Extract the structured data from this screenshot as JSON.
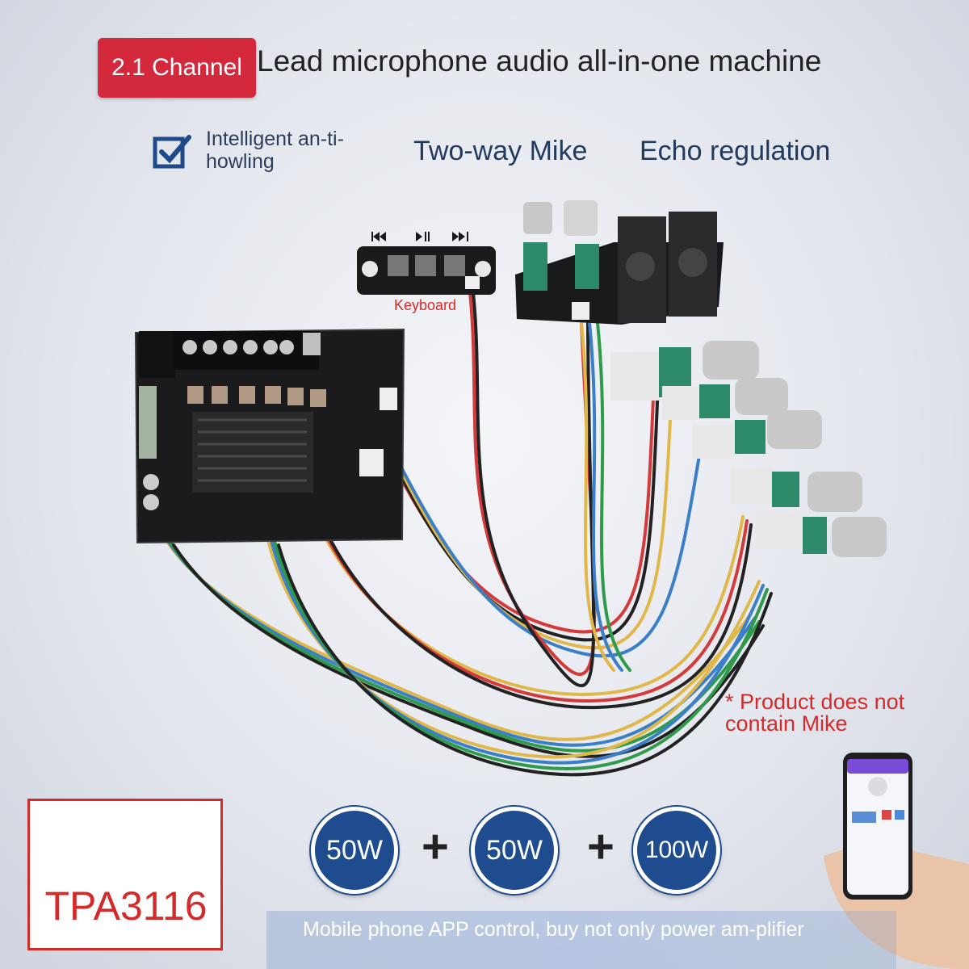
{
  "header": {
    "badge": "2.1 Channel",
    "title": "Lead microphone audio all-in-one machine"
  },
  "features": {
    "feature_1": "Intelligent an-ti-howling",
    "feature_2": "Two-way Mike",
    "feature_3": "Echo regulation"
  },
  "labels": {
    "keyboard": "Keyboard",
    "note": "* Product does not contain Mike"
  },
  "chip": "TPA3116",
  "power": [
    "50W",
    "50W",
    "100W"
  ],
  "plus": "+",
  "footer": "Mobile phone APP control, buy not only power am-plifier",
  "colors": {
    "badge": "#d4283d",
    "accent_red": "#d42a2a",
    "power_blue": "#1e4c8e"
  }
}
